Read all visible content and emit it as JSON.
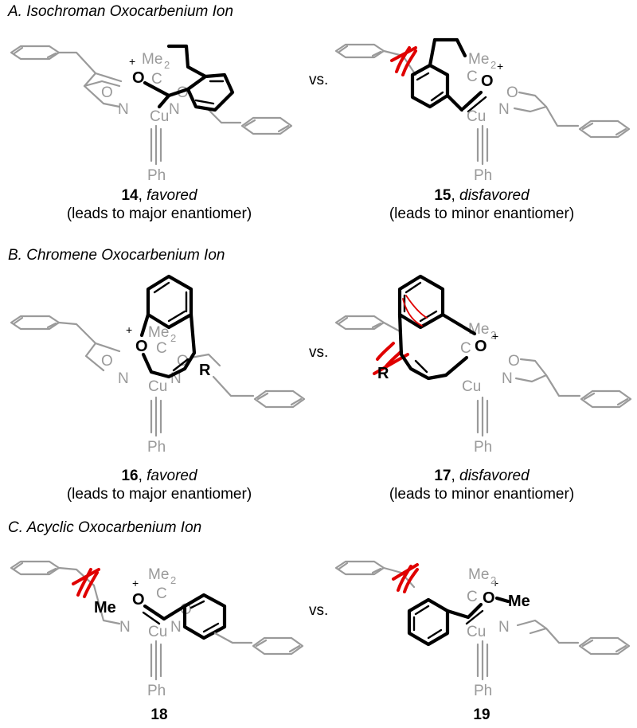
{
  "sections": {
    "a": {
      "title": "A. Isochroman Oxocarbenium Ion"
    },
    "b": {
      "title": "B. Chromene Oxocarbenium Ion"
    },
    "c": {
      "title": "C. Acyclic Oxocarbenium Ion"
    }
  },
  "vs_label": "vs.",
  "atoms": {
    "oxygen": "O",
    "nitrogen": "N",
    "carbon": "C",
    "copper": "Cu",
    "methyl": "Me",
    "dimethyl": "Me",
    "dimethyl_subscript": "2",
    "phenyl": "Ph",
    "r_group": "R",
    "plus": "+"
  },
  "captions": {
    "c14": {
      "number": "14",
      "descriptor": "favored",
      "note": "(leads to major enantiomer)"
    },
    "c15": {
      "number": "15",
      "descriptor": "disfavored",
      "note": "(leads to minor enantiomer)"
    },
    "c16": {
      "number": "16",
      "descriptor": "favored",
      "note": "(leads to major enantiomer)"
    },
    "c17": {
      "number": "17",
      "descriptor": "disfavored",
      "note": "(leads to minor enantiomer)"
    },
    "c18": {
      "number": "18"
    },
    "c19": {
      "number": "19"
    }
  },
  "colors": {
    "ligand_gray": "#9a9a9a",
    "substrate_black": "#000000",
    "clash_red": "#e00000"
  }
}
